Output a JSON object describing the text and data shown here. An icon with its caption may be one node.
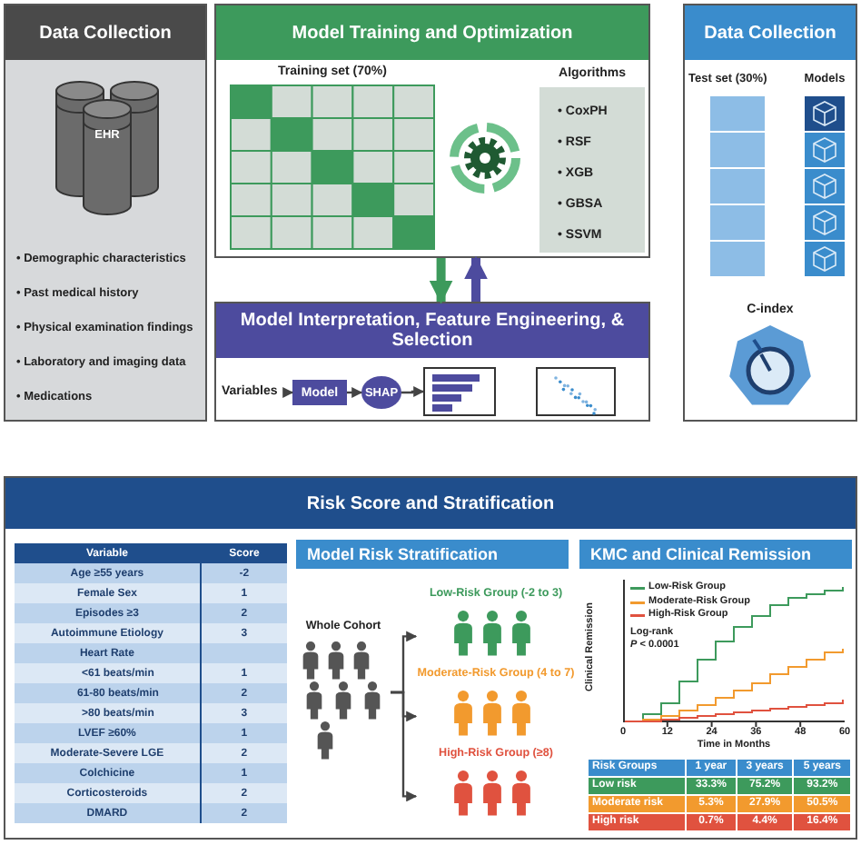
{
  "diagram": {
    "nodes": [
      {
        "text": [
          "Data Collection"
        ]
      },
      {
        "text": [
          "EHR"
        ],
        "in": 0
      },
      {
        "text": [
          "Model Training and Optimization"
        ]
      },
      {
        "text": [
          "Algorithms",
          "• CoxPH",
          "• RSF",
          "• XGB",
          "• GBSA",
          "• SSVM"
        ],
        "in": 2
      },
      {
        "text": [
          "Model Interpretation, Feature Engineering, & Selection"
        ]
      },
      {
        "text": [
          "Variables"
        ],
        "in": 4
      },
      {
        "text": [
          "Model"
        ],
        "in": 4
      },
      {
        "text": [
          "SHAP"
        ],
        "in": 4
      },
      {
        "text": [],
        "shape": "box",
        "in": 4
      },
      {
        "text": [],
        "shape": "box",
        "in": 4
      },
      {
        "text": [
          "Data Collection"
        ]
      },
      {
        "text": [
          "Risk Score and Stratification"
        ]
      },
      {
        "text": [
          "Model Risk Stratification"
        ],
        "in": 11
      },
      {
        "text": [
          "Whole Cohort"
        ],
        "in": 11
      },
      {
        "text": [
          "Low-Risk Group (-2 to 3)"
        ],
        "in": 11
      },
      {
        "text": [
          "Moderate-Risk Group (4 to 7)"
        ],
        "in": 11
      },
      {
        "text": [
          "High-Risk Group (≥8)"
        ],
        "in": 11
      },
      {
        "text": [
          "KMC and Clinical Remission"
        ],
        "in": 11
      }
    ],
    "edges": [
      {
        "from": 2,
        "to": 4,
        "arrow": "to",
        "style": "thick",
        "color": "#3d9a5c"
      },
      {
        "from": 4,
        "to": 2,
        "arrow": "to",
        "style": "thick",
        "color": "#4d4b9e"
      },
      {
        "from": 5,
        "to": 6,
        "arrow": "to"
      },
      {
        "from": 6,
        "to": 7,
        "arrow": "to"
      },
      {
        "from": 7,
        "to": 8,
        "arrow": "to"
      },
      {
        "from": 13,
        "to": 14,
        "arrow": "to"
      },
      {
        "from": 13,
        "to": 15,
        "arrow": "to"
      },
      {
        "from": 13,
        "to": 16,
        "arrow": "to"
      }
    ],
    "labels": [
      "• Demographic characteristics",
      "• Past medical history",
      "• Physical examination findings",
      "• Laboratory and imaging data",
      "• Medications",
      "Training set (70%)",
      "Test set (30%)",
      "Models",
      "C-index",
      "Variable",
      "Score",
      "Age ≥55 years",
      "-2",
      "Female Sex",
      "1",
      "Episodes ≥3",
      "2",
      "Autoimmune Etiology",
      "3",
      "Heart Rate",
      "<61 beats/min",
      "1",
      "61-80 beats/min",
      "2",
      ">80 beats/min",
      "3",
      "LVEF ≥60%",
      "1",
      "Moderate-Severe LGE",
      "2",
      "Colchicine",
      "1",
      "Corticosteroids",
      "2",
      "DMARD",
      "2",
      "Log-rank",
      "*P* < 0.0001",
      "Clinical Remission",
      "0",
      "12",
      "24",
      "36",
      "48",
      "60",
      "Time in Months",
      "Risk Groups",
      "1 year",
      "3 years",
      "5 years",
      "Low risk",
      "33.3%",
      "75.2%",
      "93.2%",
      "Moderate risk",
      "5.3%",
      "27.9%",
      "50.5%",
      "High risk",
      "0.7%",
      "4.4%",
      "16.4%"
    ],
    "legend": [
      {
        "text": "Low-Risk Group"
      },
      {
        "text": "Moderate-Risk Group"
      },
      {
        "text": "High-Risk Group"
      }
    ]
  }
}
